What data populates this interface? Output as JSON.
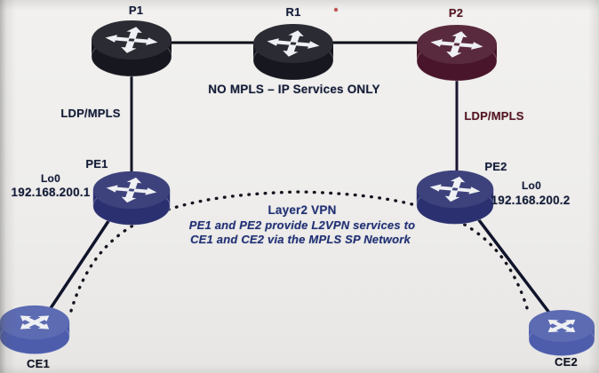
{
  "diagram": {
    "nodes": {
      "p1": {
        "label": "P1"
      },
      "r1": {
        "label": "R1"
      },
      "p2": {
        "label": "P2"
      },
      "pe1": {
        "label": "PE1",
        "loopback": "Lo0",
        "ip": "192.168.200.1"
      },
      "pe2": {
        "label": "PE2",
        "loopback": "Lo0",
        "ip": "192.168.200.2"
      },
      "ce1": {
        "label": "CE1"
      },
      "ce2": {
        "label": "CE2"
      }
    },
    "links": {
      "p1_pe1": {
        "label": "LDP/MPLS"
      },
      "p2_pe2": {
        "label": "LDP/MPLS"
      }
    },
    "annotations": {
      "core_note": "NO MPLS – IP Services ONLY",
      "vpn_title": "Layer2 VPN",
      "vpn_desc_line1": "PE1 and PE2 provide L2VPN services to",
      "vpn_desc_line2": "CE1 and CE2 via the MPLS SP Network"
    },
    "colors": {
      "core_router": "#17171f",
      "p2_router": "#49152a",
      "pe_router": "#2b3070",
      "ce_router": "#4d5dac",
      "label_dark": "#131b38",
      "label_maroon": "#541622",
      "vpn_text": "#203074",
      "link_line": "#12142a"
    }
  }
}
